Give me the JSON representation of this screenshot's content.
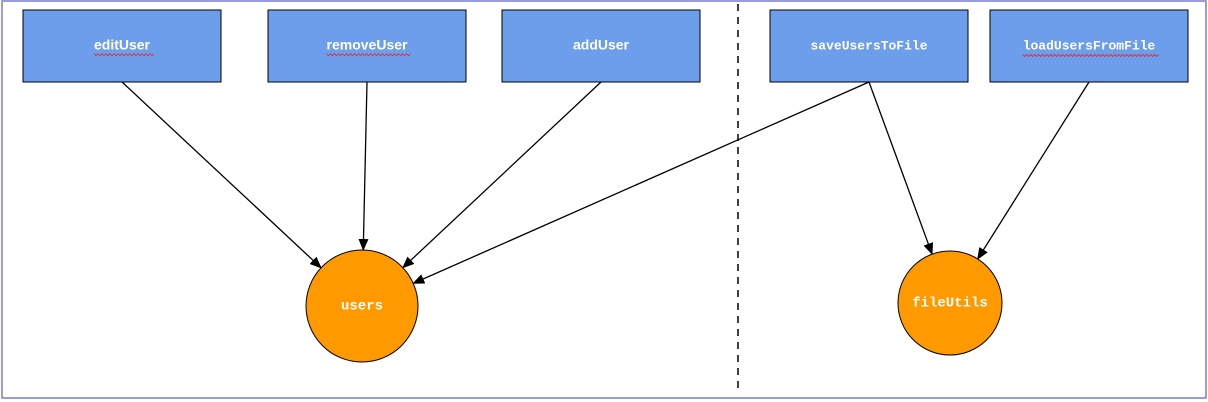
{
  "colors": {
    "frame": "#7a7ad6",
    "box_fill": "#6d9eeb",
    "box_stroke": "#000000",
    "node_fill": "#ff9900",
    "node_stroke": "#000000",
    "label_text": "#ffffff",
    "edge": "#000000",
    "spellcheck_underline": "#e03030"
  },
  "functions": [
    {
      "id": "edit",
      "label": "editUser",
      "font": "sans",
      "spellcheck": true
    },
    {
      "id": "remove",
      "label": "removeUser",
      "font": "sans",
      "spellcheck": true
    },
    {
      "id": "add",
      "label": "addUser",
      "font": "sans",
      "spellcheck": false
    },
    {
      "id": "save",
      "label": "saveUsersToFile",
      "font": "mono",
      "spellcheck": false
    },
    {
      "id": "load",
      "label": "loadUsersFromFile",
      "font": "mono",
      "spellcheck": true
    }
  ],
  "modules": [
    {
      "id": "users",
      "label": "users"
    },
    {
      "id": "fileutils",
      "label": "fileUtils"
    }
  ],
  "edges": [
    {
      "from": "edit",
      "to": "users"
    },
    {
      "from": "remove",
      "to": "users"
    },
    {
      "from": "add",
      "to": "users"
    },
    {
      "from": "save",
      "to": "users"
    },
    {
      "from": "save",
      "to": "fileutils"
    },
    {
      "from": "load",
      "to": "fileutils"
    }
  ]
}
